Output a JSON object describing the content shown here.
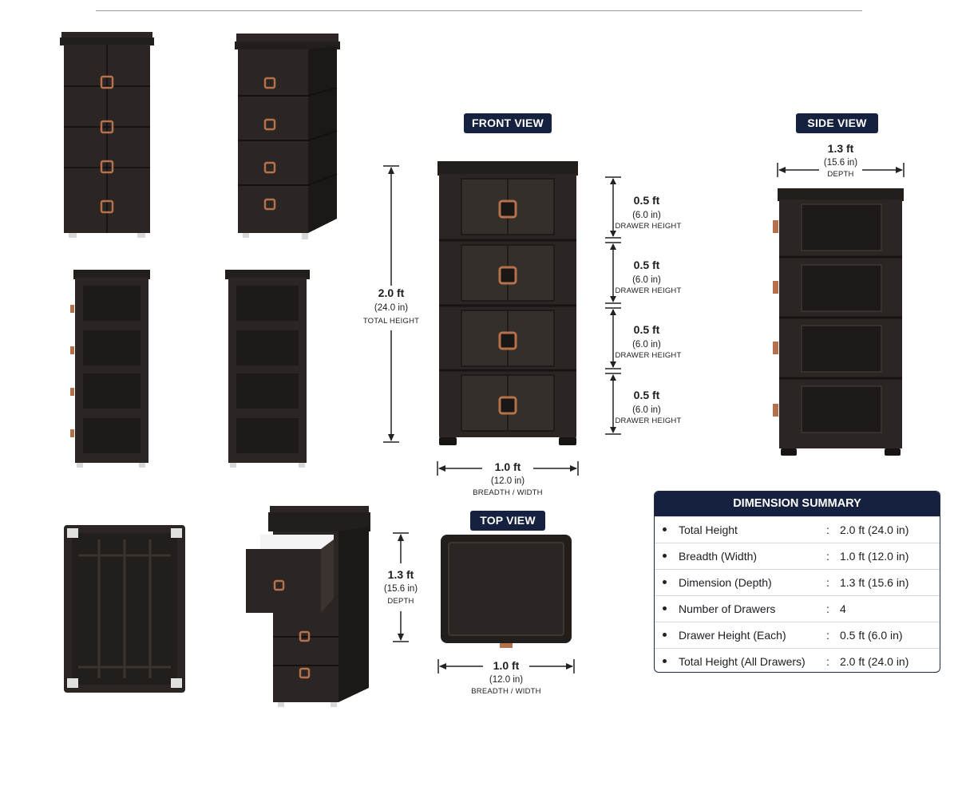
{
  "views": {
    "front": "FRONT VIEW",
    "side": "SIDE VIEW",
    "top": "TOP VIEW"
  },
  "front_dims": {
    "total_height": {
      "ft": "2.0 ft",
      "in": "(24.0 in)",
      "caption": "TOTAL HEIGHT"
    },
    "drawers": [
      {
        "ft": "0.5 ft",
        "in": "(6.0 in)",
        "caption": "DRAWER HEIGHT"
      },
      {
        "ft": "0.5 ft",
        "in": "(6.0 in)",
        "caption": "DRAWER HEIGHT"
      },
      {
        "ft": "0.5 ft",
        "in": "(6.0 in)",
        "caption": "DRAWER HEIGHT"
      },
      {
        "ft": "0.5 ft",
        "in": "(6.0 in)",
        "caption": "DRAWER HEIGHT"
      }
    ],
    "width": {
      "ft": "1.0 ft",
      "in": "(12.0 in)",
      "caption": "BREADTH / WIDTH"
    }
  },
  "side_dims": {
    "depth": {
      "ft": "1.3 ft",
      "in": "(15.6 in)",
      "caption": "DEPTH"
    }
  },
  "top_dims": {
    "depth": {
      "ft": "1.3 ft",
      "in": "(15.6 in)",
      "caption": "DEPTH"
    },
    "width": {
      "ft": "1.0 ft",
      "in": "(12.0 in)",
      "caption": "BREADTH / WIDTH"
    }
  },
  "summary": {
    "title": "DIMENSION SUMMARY",
    "rows": [
      {
        "label": "Total Height",
        "value": "2.0 ft (24.0 in)"
      },
      {
        "label": "Breadth (Width)",
        "value": "1.0 ft (12.0 in)"
      },
      {
        "label": "Dimension (Depth)",
        "value": "1.3 ft (15.6 in)"
      },
      {
        "label": "Number of Drawers",
        "value": "4"
      },
      {
        "label": "Drawer Height (Each)",
        "value": "0.5 ft  (6.0 in)"
      },
      {
        "label": "Total Height (All Drawers)",
        "value": "2.0 ft (24.0 in)"
      }
    ]
  },
  "colors": {
    "body": "#2b2624",
    "body_dark": "#1e1a19",
    "panel": "#352f2c",
    "handle": "#b5714b",
    "navy": "#16213f",
    "dim_line": "#222222"
  }
}
